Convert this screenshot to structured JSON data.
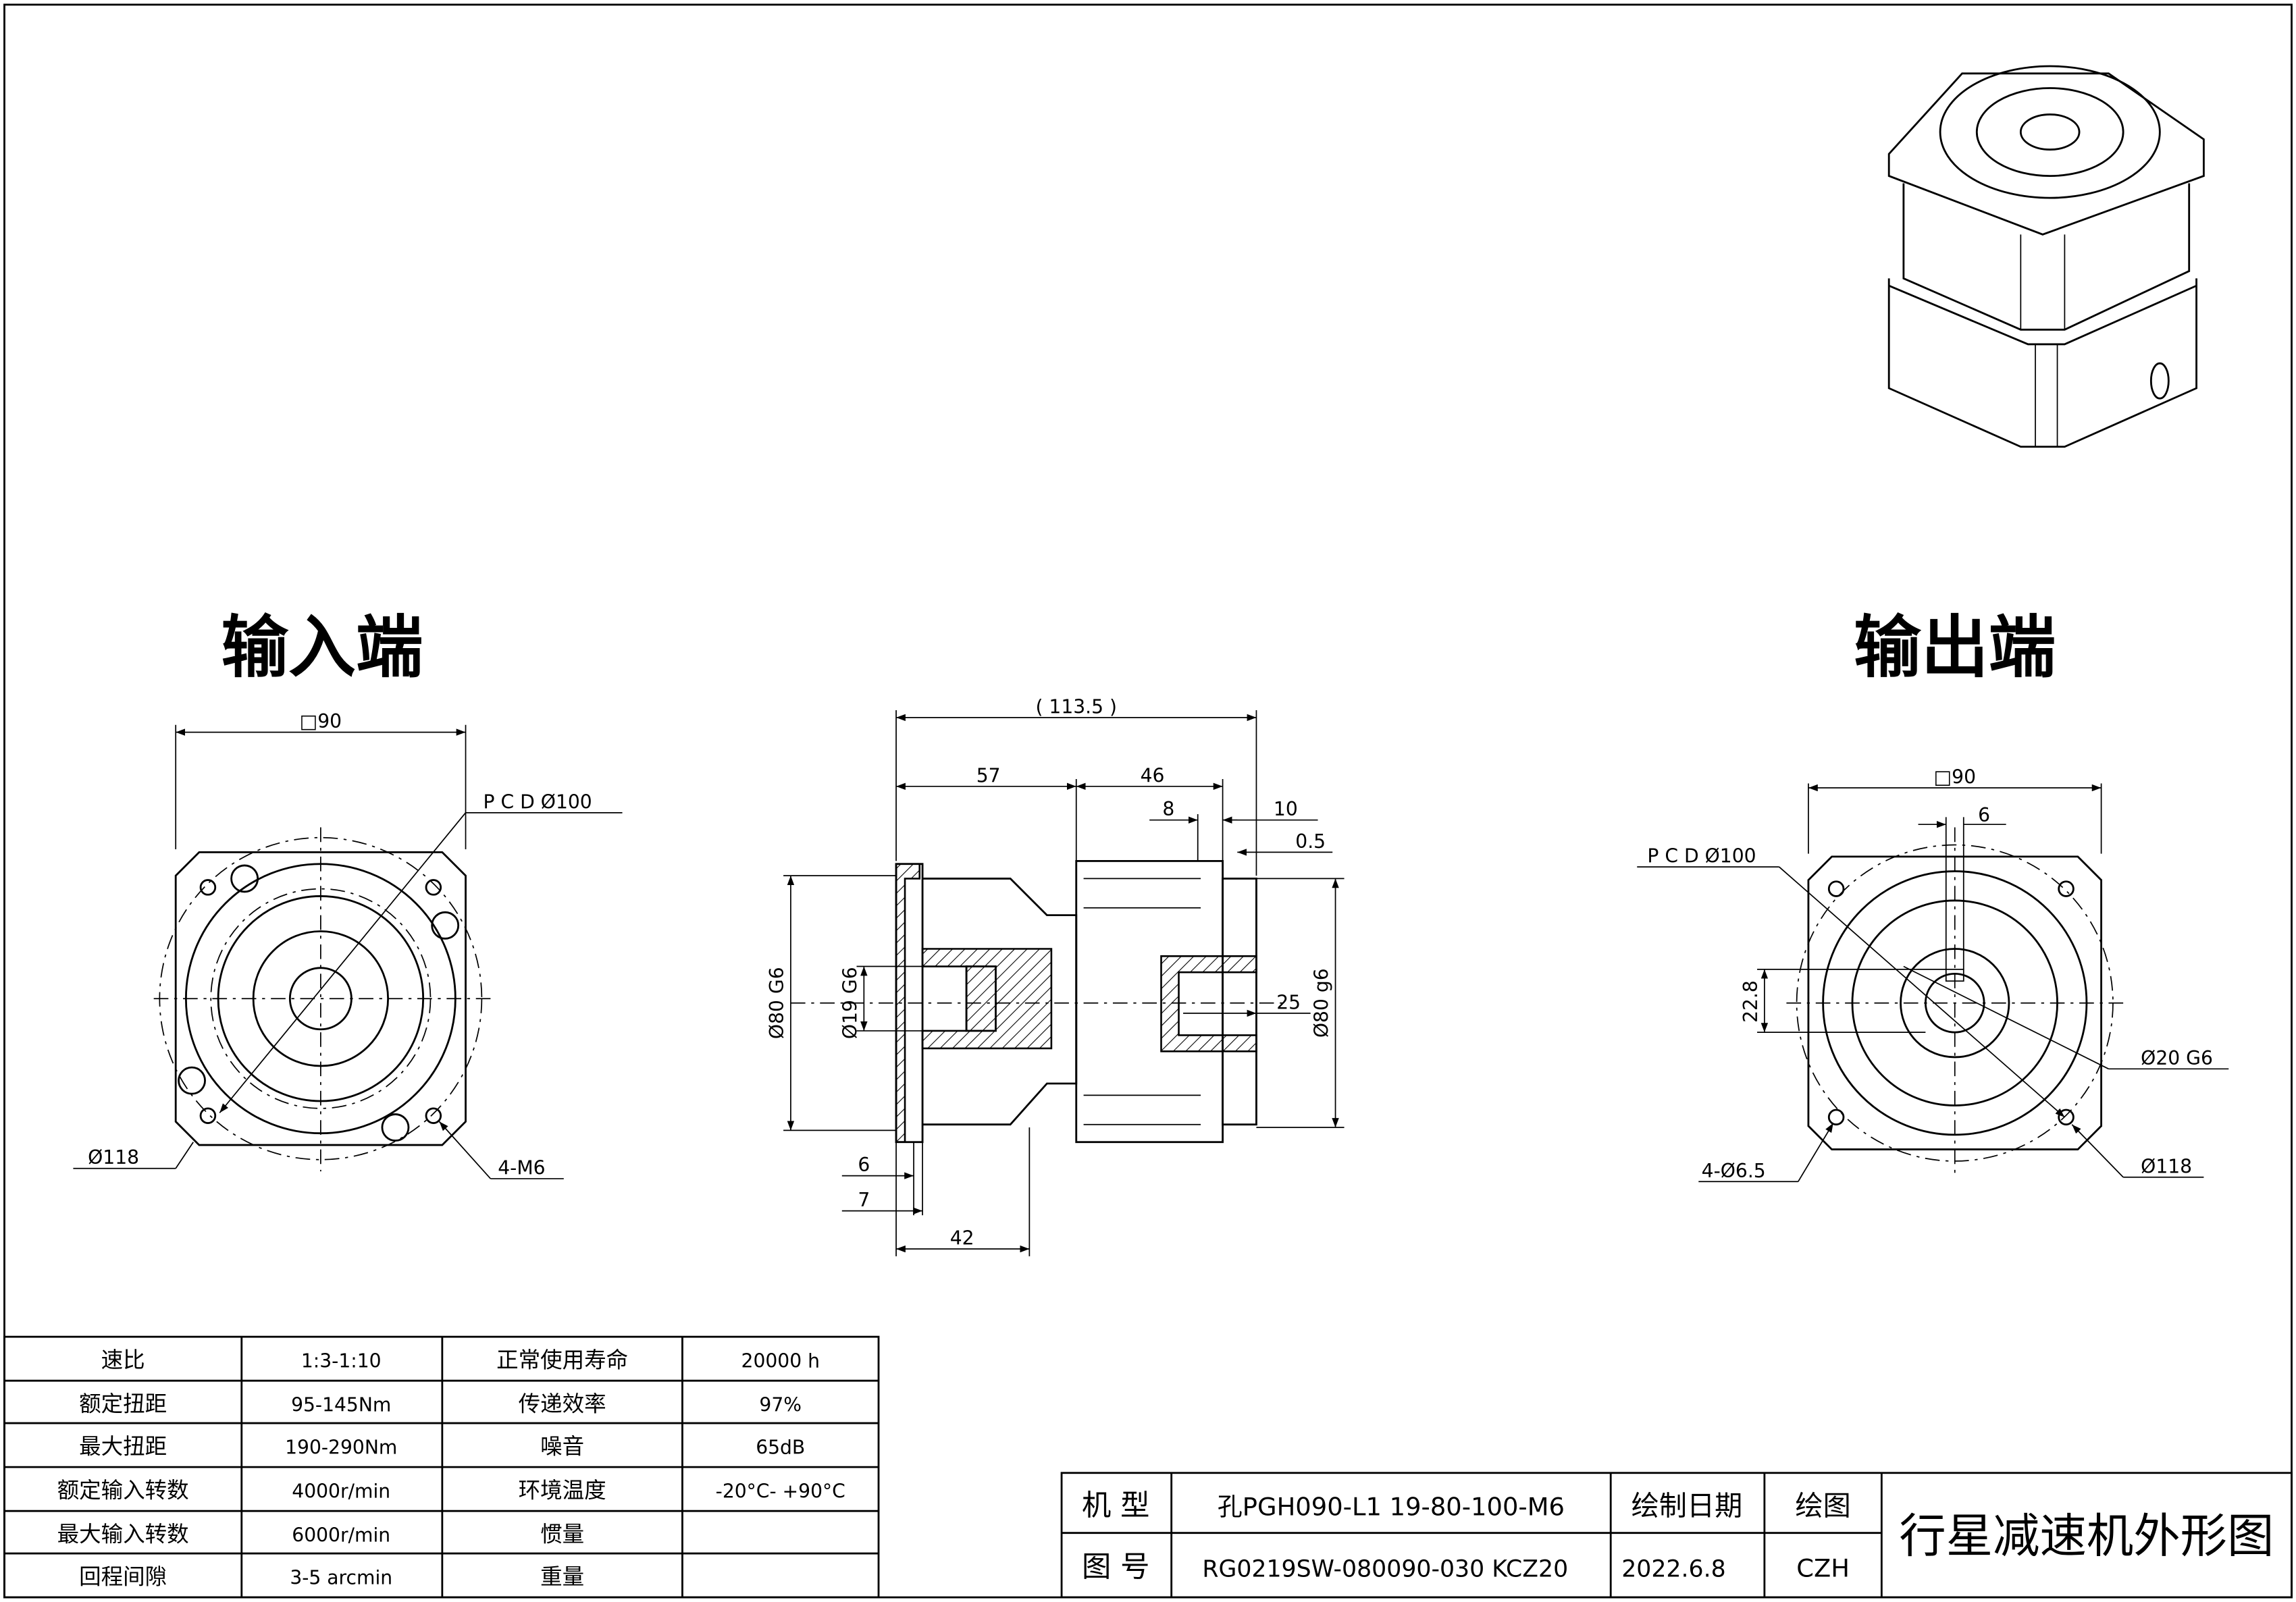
{
  "views": {
    "input_title": "输入端",
    "output_title": "输出端"
  },
  "input_view": {
    "square": "□90",
    "pcd": "P C D Ø100",
    "outer_dia": "Ø118",
    "holes": "4-M6"
  },
  "side_view": {
    "overall": "( 113.5 )",
    "d57": "57",
    "d46": "46",
    "d8": "8",
    "d10": "10",
    "d05": "0.5",
    "d80G6": "Ø80 G6",
    "d19G6": "Ø19 G6",
    "d25": "25",
    "d80g6": "Ø80 g6",
    "d6": "6",
    "d7": "7",
    "d42": "42"
  },
  "output_view": {
    "square": "□90",
    "key": "6",
    "pcd": "P C D Ø100",
    "d228": "22.8",
    "shaft": "Ø20 G6",
    "holes": "4-Ø6.5",
    "outer_dia": "Ø118"
  },
  "spec_table": {
    "rows": [
      [
        "速比",
        "1:3-1:10",
        "正常使用寿命",
        "20000 h"
      ],
      [
        "额定扭距",
        "95-145Nm",
        "传递效率",
        "97%"
      ],
      [
        "最大扭距",
        "190-290Nm",
        "噪音",
        "65dB"
      ],
      [
        "额定输入转数",
        "4000r/min",
        "环境温度",
        "-20°C- +90°C"
      ],
      [
        "最大输入转数",
        "6000r/min",
        "惯量",
        ""
      ],
      [
        "回程间隙",
        "3-5 arcmin",
        "重量",
        ""
      ]
    ]
  },
  "title_block": {
    "model_label": "机 型",
    "model_value": "孔PGH090-L1 19-80-100-M6",
    "drawing_no_label": "图 号",
    "drawing_no_value": "RG0219SW-080090-030 KCZ20",
    "date_label": "绘制日期",
    "date_value": "2022.6.8",
    "drawn_label": "绘图",
    "drawn_value": "CZH",
    "title": "行星减速机外形图"
  }
}
